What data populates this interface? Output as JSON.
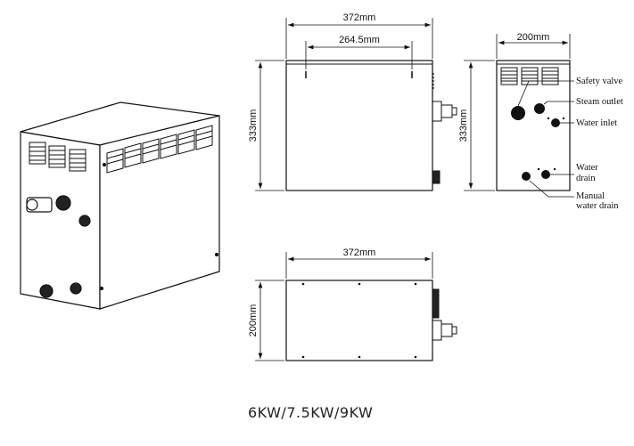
{
  "front_view": {
    "width_label": "372mm",
    "keyhole_spacing_label": "264.5mm",
    "height_label": "333mm"
  },
  "side_view": {
    "width_label": "200mm",
    "height_label": "333mm",
    "callouts": {
      "safety_valve": "Safety valve",
      "steam_outlet": "Steam outlet",
      "water_inlet": "Water inlet",
      "water_drain_1": "Water",
      "water_drain_2": "drain",
      "manual_drain_1": "Manual",
      "manual_drain_2": "water drain"
    }
  },
  "top_view": {
    "width_label": "372mm",
    "depth_label": "200mm"
  },
  "caption": "6KW/7.5KW/9KW"
}
